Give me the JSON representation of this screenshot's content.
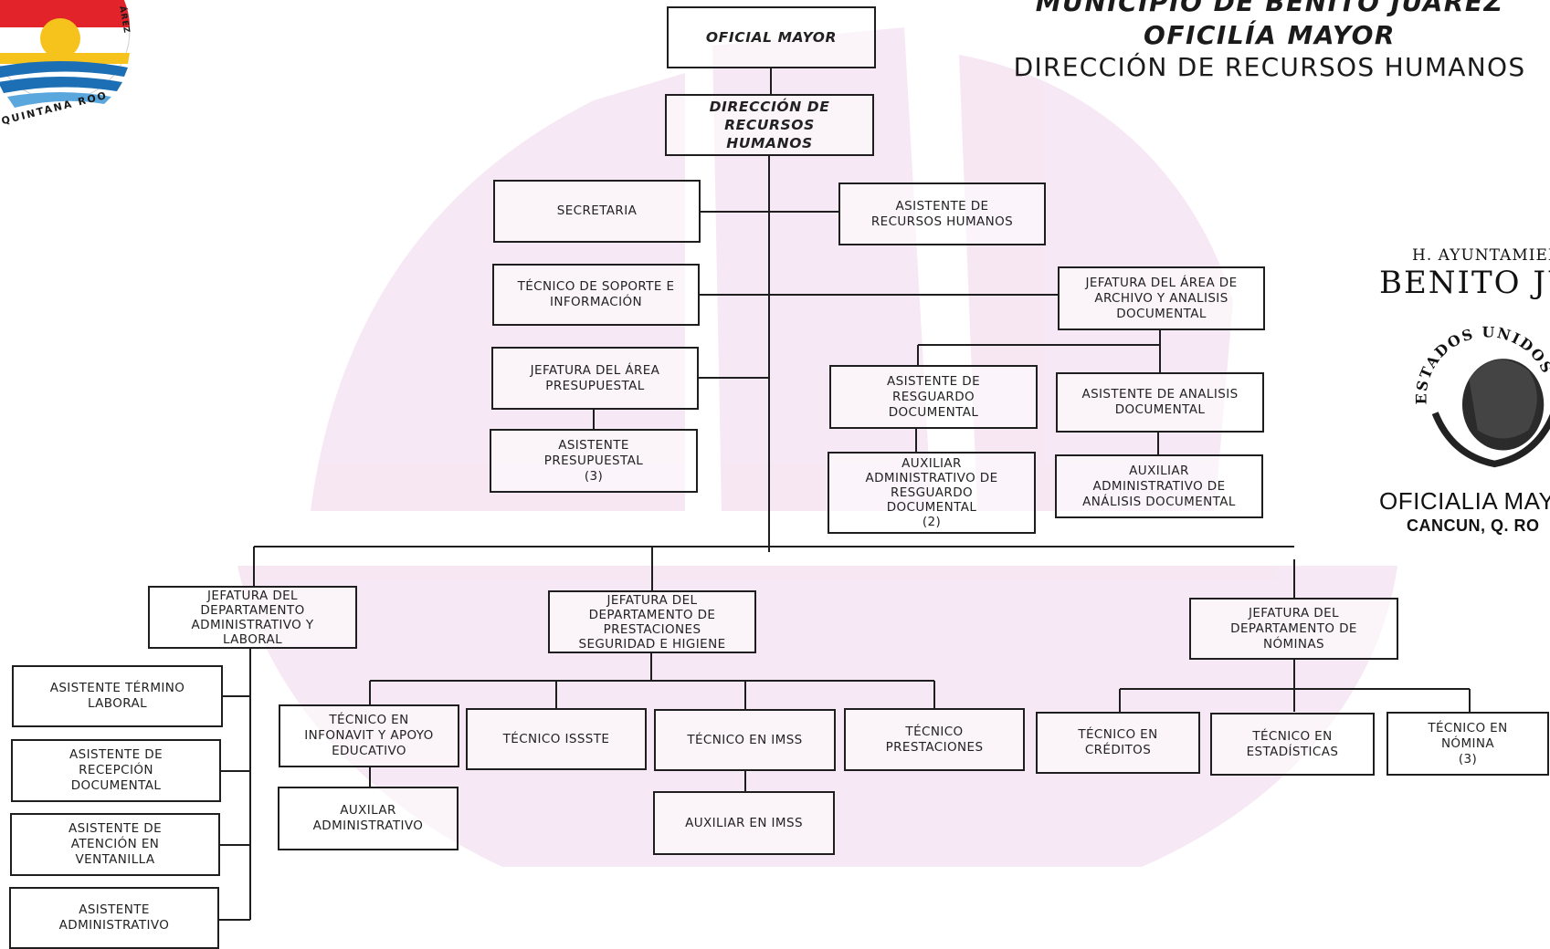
{
  "header": {
    "municipio": "MUNICIPIO DE BENITO JUÁREZ",
    "dependencia": "OFICILÍA MAYOR",
    "direccion": "DIRECCIÓN DE RECURSOS HUMANOS"
  },
  "logo": {
    "text_top": "ÁREZ",
    "text_bottom": "QUINTANA ROO",
    "colors": {
      "red": "#e2232a",
      "yellow": "#f6c31c",
      "blue": "#1c6fb5",
      "sun": "#f6c31c"
    }
  },
  "stamp": {
    "line1": "H. AYUNTAMIEN",
    "line2": "BENITO JUA",
    "ring_text": "ESTADOS UNIDOS MEX",
    "line3": "OFICIALIA MAY",
    "line4": "CANCUN, Q. RO"
  },
  "colors": {
    "watermark": "#f3e0f0",
    "line": "#1e1e1e"
  },
  "nodes": {
    "oficial_mayor": "OFICIAL MAYOR",
    "direccion_rh": "DIRECCIÓN DE\nRECURSOS\nHUMANOS",
    "secretaria": "SECRETARIA",
    "asistente_rh": "ASISTENTE DE\nRECURSOS HUMANOS",
    "tecnico_soporte": "TÉCNICO DE SOPORTE E\nINFORMACIÓN",
    "jefatura_archivo": "JEFATURA DEL ÁREA DE\nARCHIVO Y ANALISIS\nDOCUMENTAL",
    "jefatura_presupuestal": "JEFATURA DEL ÁREA\nPRESUPUESTAL",
    "asistente_resguardo": "ASISTENTE DE\nRESGUARDO\nDOCUMENTAL",
    "asistente_analisis": "ASISTENTE DE ANALISIS\nDOCUMENTAL",
    "asistente_presupuestal": "ASISTENTE\nPRESUPUESTAL\n(3)",
    "auxiliar_resguardo": "AUXILIAR\nADMINISTRATIVO DE\nRESGUARDO\nDOCUMENTAL\n(2)",
    "auxiliar_analisis": "AUXILIAR\nADMINISTRATIVO DE\nANÁLISIS DOCUMENTAL",
    "jefatura_admin": "JEFATURA DEL\nDEPARTAMENTO\nADMINISTRATIVO Y\nLABORAL",
    "jefatura_prestaciones": "JEFATURA DEL\nDEPARTAMENTO DE\nPRESTACIONES\nSEGURIDAD E HIGIENE",
    "jefatura_nominas": "JEFATURA DEL\nDEPARTAMENTO DE\nNÓMINAS",
    "asistente_termino": "ASISTENTE TÉRMINO\nLABORAL",
    "asistente_recepcion": "ASISTENTE DE\nRECEPCIÓN\nDOCUMENTAL",
    "asistente_atencion": "ASISTENTE DE\nATENCIÓN EN\nVENTANILLA",
    "asistente_admin": "ASISTENTE\nADMINISTRATIVO",
    "tecnico_infonavit": "TÉCNICO EN\nINFONAVIT Y APOYO\nEDUCATIVO",
    "tecnico_issste": "TÉCNICO ISSSTE",
    "tecnico_imss": "TÉCNICO EN IMSS",
    "tecnico_prestaciones": "TÉCNICO\nPRESTACIONES",
    "tecnico_creditos": "TÉCNICO EN\nCRÉDITOS",
    "tecnico_estadisticas": "TÉCNICO EN\nESTADÍSTICAS",
    "tecnico_nomina": "TÉCNICO EN\nNÓMINA\n(3)",
    "auxiliar_admin": "AUXILAR\nADMINISTRATIVO",
    "auxiliar_imss": "AUXILIAR EN IMSS"
  }
}
